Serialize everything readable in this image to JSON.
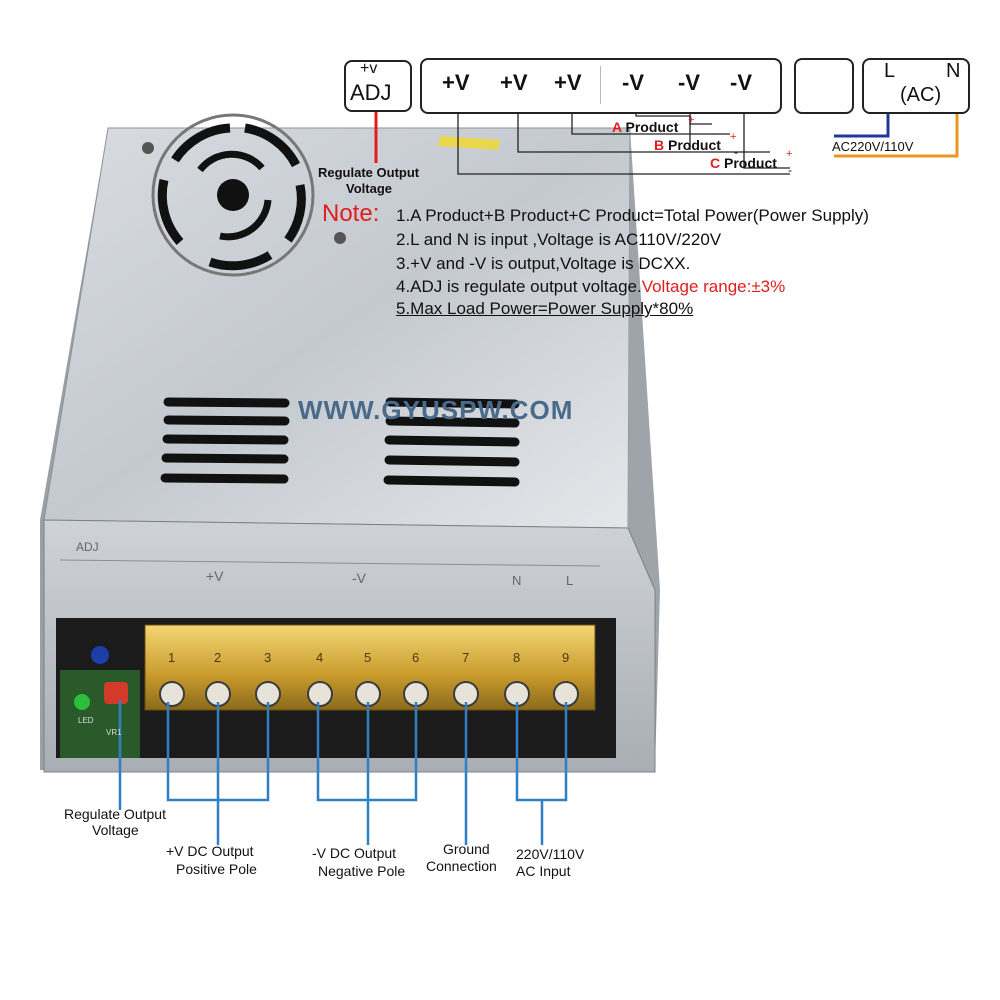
{
  "terminal_header": {
    "adj_top": "+v",
    "adj_bottom": "ADJ",
    "plus_v": [
      "+V",
      "+V",
      "+V"
    ],
    "minus_v": [
      "-V",
      "-V",
      "-V"
    ],
    "ground_icon": "ground-symbol",
    "ac_L": "L",
    "ac_N": "N",
    "ac_label": "(AC)",
    "ac_voltage": "AC220V/110V"
  },
  "products": [
    {
      "letter": "A",
      "word": "Product"
    },
    {
      "letter": "B",
      "word": "Product"
    },
    {
      "letter": "C",
      "word": "Product"
    }
  ],
  "polarity": {
    "plus": "+",
    "minus": "-"
  },
  "regulate_top": {
    "line1": "Regulate Output",
    "line2": "Voltage"
  },
  "note": {
    "title": "Note:",
    "lines": [
      "1.A Product+B Product+C Product=Total Power(Power Supply)",
      "2.L and N is input ,Voltage is AC110V/220V",
      "3.+V and  -V is output,Voltage is DCXX.",
      "4.ADJ is regulate output voltage."
    ],
    "line4_red": "Voltage range:±3%",
    "line5": "5.Max Load Power=Power  Supply*80%"
  },
  "watermark": "WWW.GYUSPW.COM",
  "device": {
    "label_adj": "ADJ",
    "label_plus": "+V",
    "label_minus": "-V",
    "label_n": "N",
    "label_l": "L",
    "terminal_numbers": [
      "1",
      "2",
      "3",
      "4",
      "5",
      "6",
      "7",
      "8",
      "9"
    ],
    "led_label": "LED",
    "vr_label": "VR1"
  },
  "bottom_labels": {
    "regulate": {
      "line1": "Regulate Output",
      "line2": "Voltage"
    },
    "plus_dc": {
      "line1": "+V DC  Output",
      "line2": "Positive Pole"
    },
    "minus_dc": {
      "line1": "-V DC  Output",
      "line2": "Negative Pole"
    },
    "ground": {
      "line1": "Ground",
      "line2": "Connection"
    },
    "ac_input": {
      "line1": "220V/110V",
      "line2": "AC Input"
    }
  },
  "colors": {
    "red": "#e01e1e",
    "blue": "#2f7fc6",
    "ac_blue": "#1f3a9a",
    "ac_orange": "#e8961e"
  }
}
